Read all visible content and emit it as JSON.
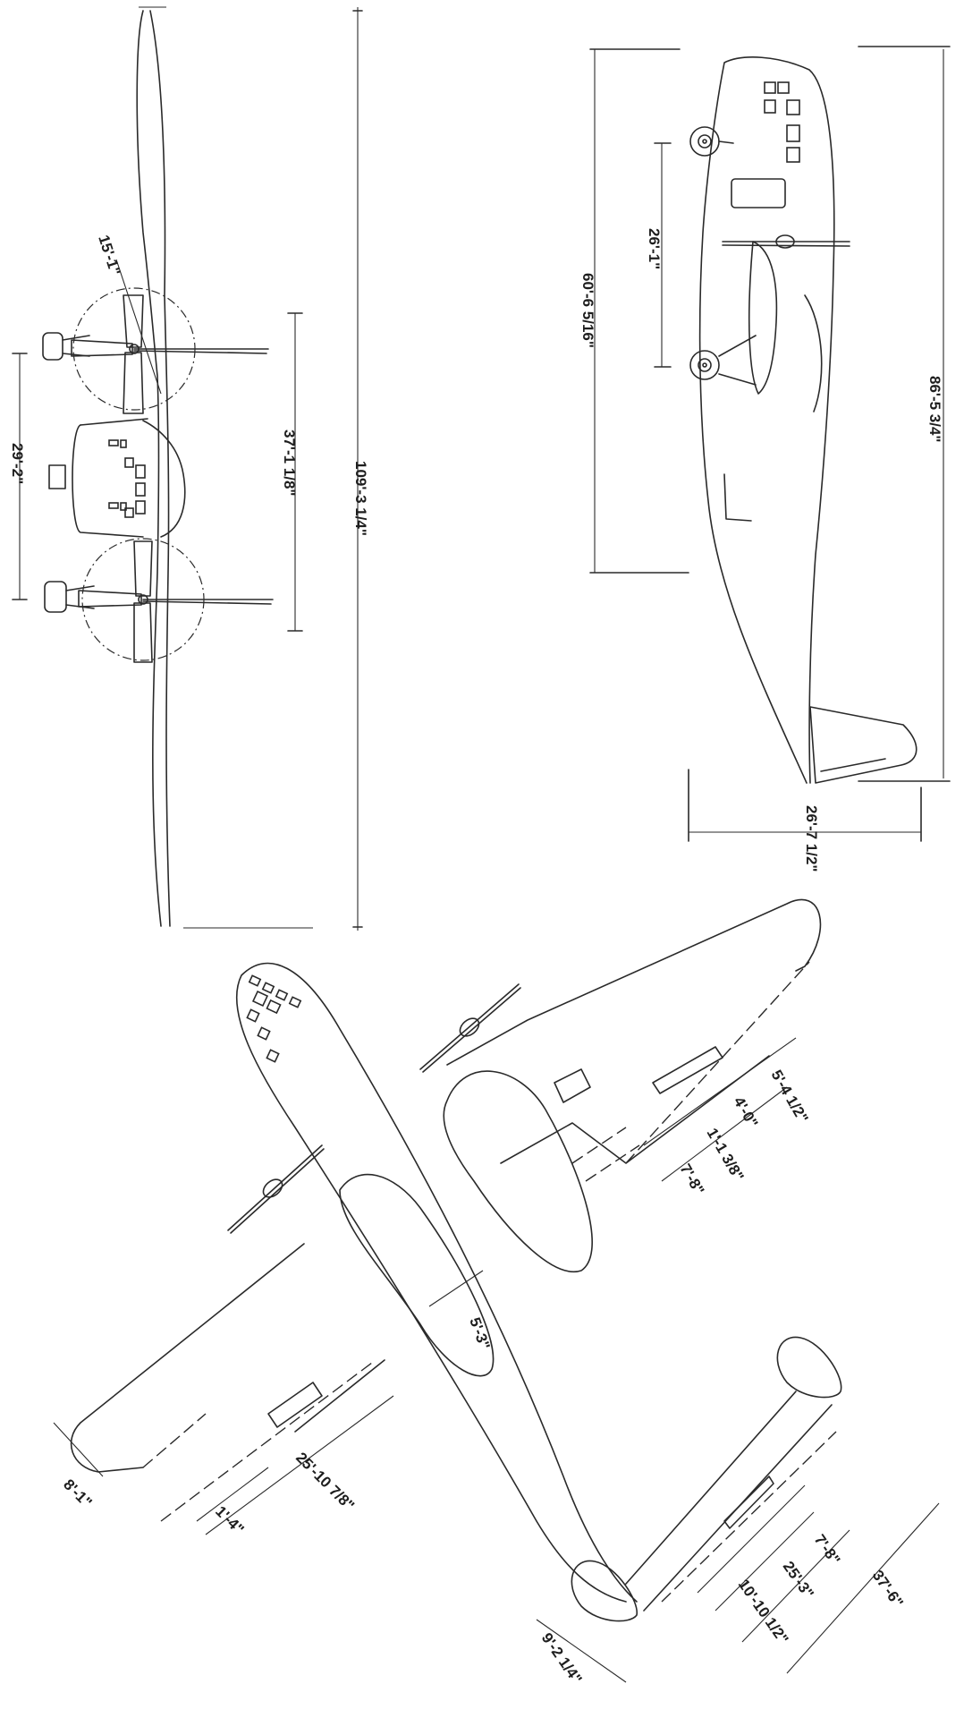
{
  "views": {
    "front": {
      "span": "109'-3 1/4\"",
      "engine_spacing": "37'-1 1/8\"",
      "tailplane_span": "29'-2\"",
      "propeller_diameter": "15'-1\""
    },
    "side": {
      "overall_length": "86'-5 3/4\"",
      "height": "60'-6 5/16\"",
      "wheel_spacing": "26'-1\"",
      "tail_height": "26'-7 1/2\""
    },
    "plan": {
      "flap_a": "5'-4 1/2\"",
      "flap_b": "4'-0\"",
      "flap_c": "1'-1 3/8\"",
      "flap_d": "7'-8\"",
      "nacelle": "5'-3\"",
      "tip_chord": "8'-1\"",
      "aileron_gap": "1'-4\"",
      "aileron_span": "25'-10 7/8\"",
      "tail_chord": "9'-2 1/4\"",
      "elevator_a": "7'-8\"",
      "elevator_b": "25'-3\"",
      "elevator_c": "10'-10 1/2\"",
      "tail_span": "37'-6\""
    }
  }
}
